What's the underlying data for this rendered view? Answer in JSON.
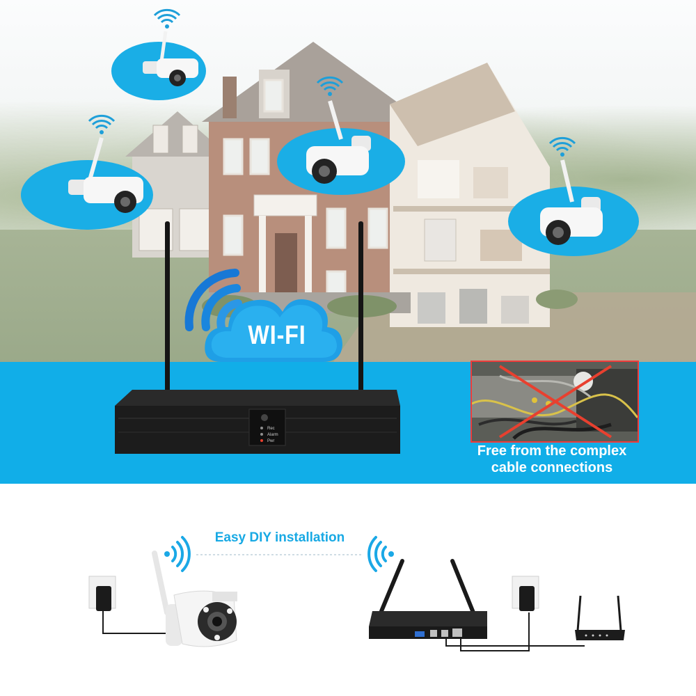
{
  "cloud_text": "WI-FI",
  "inset_caption_line1": "Free from the complex",
  "inset_caption_line2": "cable connections",
  "installation_label": "Easy DIY installation",
  "nvr_led_labels": [
    "Rec",
    "Alarm",
    "Pwr"
  ],
  "colors": {
    "accent_blue": "#11aee8",
    "label_blue": "#18a9e4",
    "cross_red": "#e8402f",
    "nvr_black": "#1c1c1c"
  },
  "icons": [
    "wifi-signal-icon",
    "security-camera-icon",
    "nvr-recorder-icon",
    "power-adapter-icon",
    "router-icon",
    "cloud-icon"
  ]
}
